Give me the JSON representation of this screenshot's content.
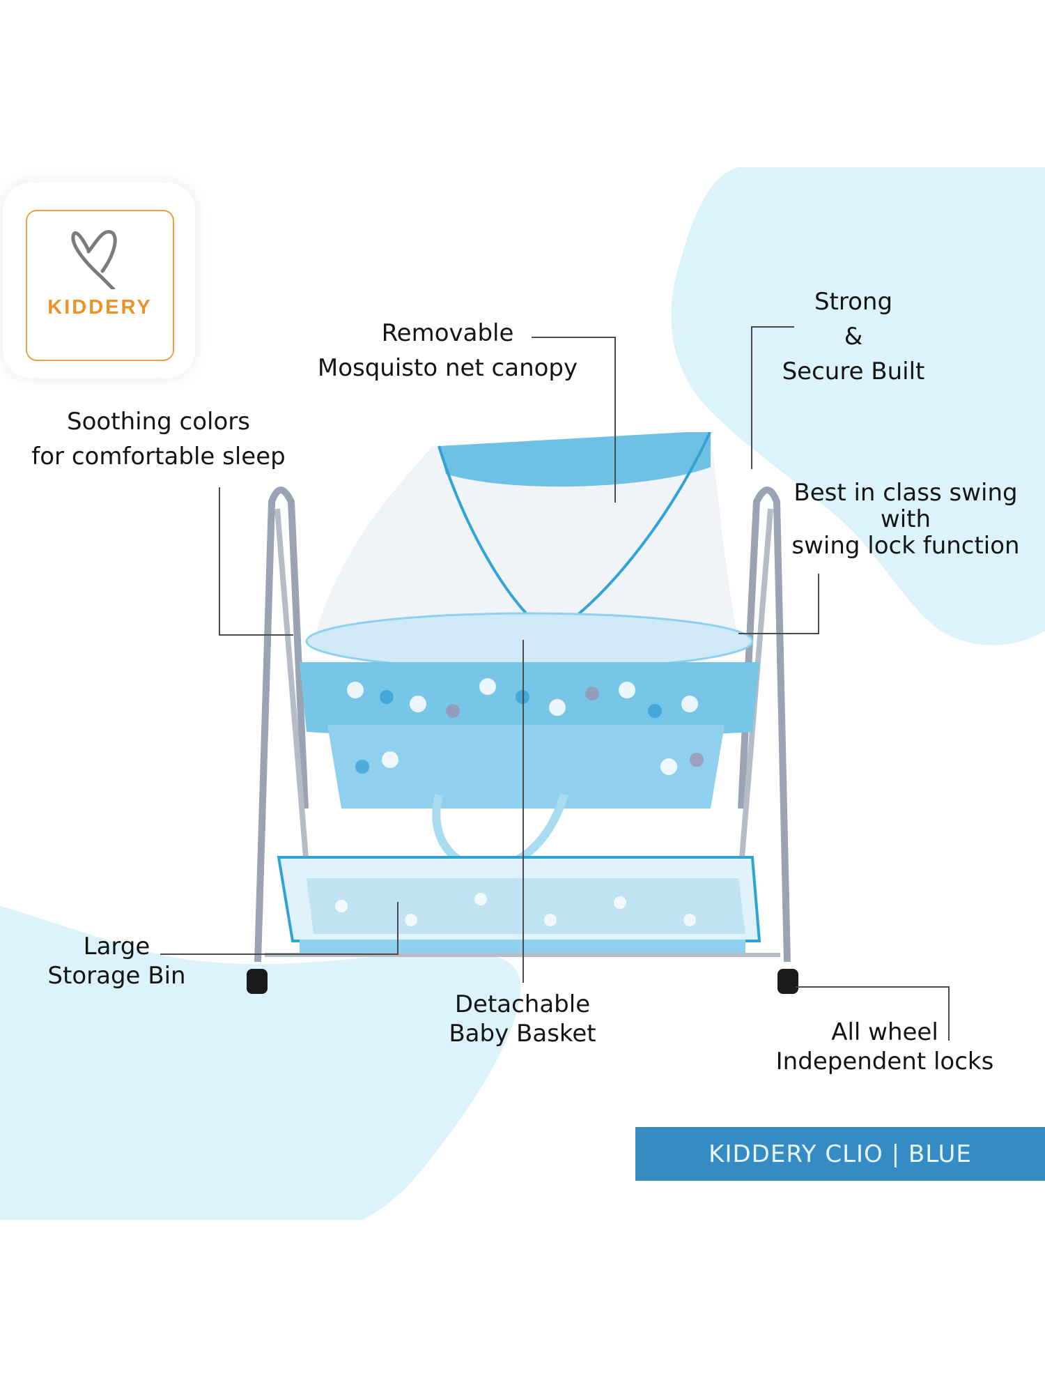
{
  "brand": {
    "name": "KIDDERY",
    "logo_icon": "heart-icon",
    "accent_color": "#e8922a"
  },
  "product": {
    "banner_text": "KIDDERY CLIO | BLUE",
    "banner_color": "#358bc4",
    "background_blob_color": "#dcf3fb",
    "image": "baby-cradle-with-mosquito-net"
  },
  "features": {
    "canopy": {
      "line1": "Removable",
      "line2": "Mosquisto net canopy"
    },
    "strong": {
      "line1": "Strong",
      "line2": "&",
      "line3": "Secure Built"
    },
    "swing": {
      "line1": "Best in class swing",
      "line2": "with",
      "line3": "swing lock function"
    },
    "colors": {
      "line1": "Soothing colors",
      "line2": "for comfortable sleep"
    },
    "storage": {
      "line1": "Large",
      "line2": "Storage Bin"
    },
    "basket": {
      "line1": "Detachable",
      "line2": "Baby Basket"
    },
    "wheels": {
      "line1": "All wheel",
      "line2": "Independent locks"
    }
  }
}
